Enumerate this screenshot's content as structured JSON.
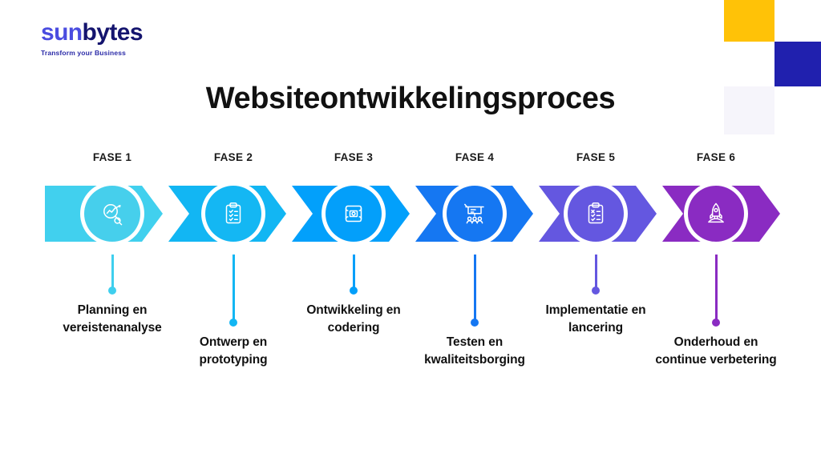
{
  "page": {
    "title": "Websiteontwikkelingsproces",
    "background": "#FFFFFF"
  },
  "logo": {
    "name": "sunbytes-logo",
    "word_part1": "sun",
    "word_part2": "bytes",
    "tagline": "Transform your Business",
    "color_part1": "#4A4CE0",
    "color_part2": "#14146E",
    "tagline_color": "#2B2BA8"
  },
  "decor": [
    {
      "name": "yellow-square",
      "color": "#FFC207"
    },
    {
      "name": "blue-square",
      "color": "#2020AE"
    },
    {
      "name": "pale-square",
      "color": "#F6F5FB"
    }
  ],
  "process": {
    "phase_count": 6,
    "phases": [
      {
        "label": "FASE 1",
        "description": "Planning en vereistenanalyse",
        "icon": "magnifier-chart-icon",
        "chevron_color": "#41D0EE",
        "circle_color": "#46CFEC",
        "connector_color": "#3FCFEE",
        "connector_length": "short"
      },
      {
        "label": "FASE 2",
        "description": "Ontwerp en prototyping",
        "icon": "clipboard-checklist-icon",
        "chevron_color": "#12B6F3",
        "circle_color": "#14B7F3",
        "connector_color": "#12B6F3",
        "connector_length": "long"
      },
      {
        "label": "FASE 3",
        "description": "Ontwikkeling en codering",
        "icon": "blueprint-icon",
        "chevron_color": "#02A0FB",
        "circle_color": "#039FFA",
        "connector_color": "#029FFA",
        "connector_length": "short"
      },
      {
        "label": "FASE 4",
        "description": "Testen en kwaliteitsborging",
        "icon": "presentation-team-icon",
        "chevron_color": "#1577F2",
        "circle_color": "#1577F2",
        "connector_color": "#1577F2",
        "connector_length": "long"
      },
      {
        "label": "FASE 5",
        "description": "Implementatie en lancering",
        "icon": "clipboard-check-x-icon",
        "chevron_color": "#6457E0",
        "circle_color": "#6457E0",
        "connector_color": "#6457E0",
        "connector_length": "short"
      },
      {
        "label": "FASE 6",
        "description": "Onderhoud en continue verbetering",
        "icon": "rocket-launch-icon",
        "chevron_color": "#8A2BC2",
        "circle_color": "#8A2BC2",
        "connector_color": "#8A2BC2",
        "connector_length": "long"
      }
    ]
  }
}
